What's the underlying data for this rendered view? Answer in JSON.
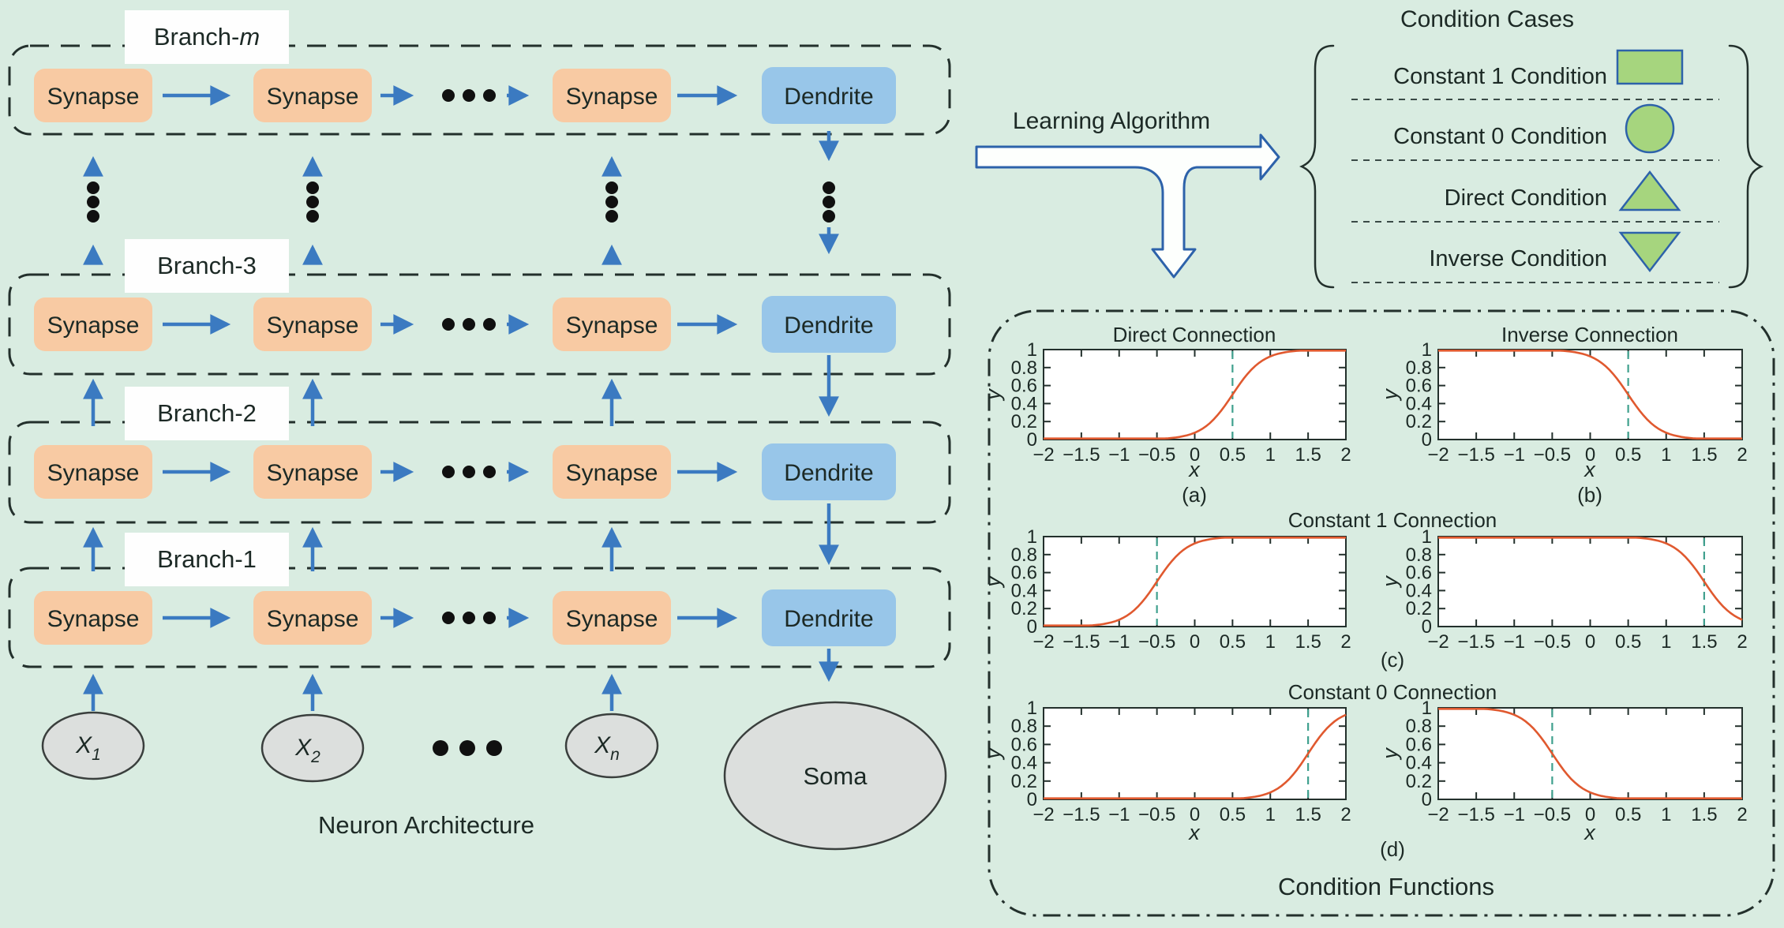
{
  "neuron": {
    "section_label": "Neuron Architecture",
    "synapse_label": "Synapse",
    "dendrite_label": "Dendrite",
    "soma_label": "Soma",
    "branches": [
      {
        "prefix": "Branch-",
        "suffix": "m"
      },
      {
        "prefix": "Branch-",
        "suffix": "3"
      },
      {
        "prefix": "Branch-",
        "suffix": "2"
      },
      {
        "prefix": "Branch-",
        "suffix": "1"
      }
    ],
    "inputs": [
      {
        "base": "X",
        "sub": "1"
      },
      {
        "base": "X",
        "sub": "2"
      },
      {
        "base": "X",
        "sub": "n"
      }
    ]
  },
  "learning_algorithm": {
    "label": "Learning Algorithm"
  },
  "condition_cases": {
    "title": "Condition Cases",
    "items": [
      {
        "label": "Constant 1 Condition",
        "shape": "rectangle"
      },
      {
        "label": "Constant 0 Condition",
        "shape": "circle"
      },
      {
        "label": "Direct Condition",
        "shape": "triangle-up"
      },
      {
        "label": "Inverse Condition",
        "shape": "triangle-down"
      }
    ]
  },
  "condition_functions": {
    "title": "Condition Functions",
    "captions": [
      "(a)",
      "(b)",
      "(c)",
      "(d)"
    ]
  },
  "chart_data": [
    {
      "subplot": "(a)",
      "type": "line",
      "title": "Direct Connection",
      "xlabel": "x",
      "ylabel": "y",
      "xlim": [
        -2,
        2
      ],
      "ylim": [
        0,
        1
      ],
      "xticks": [
        -2,
        -1.5,
        -1,
        -0.5,
        0,
        0.5,
        1,
        1.5,
        2
      ],
      "yticks": [
        0,
        0.2,
        0.4,
        0.6,
        0.8,
        1
      ],
      "curve": {
        "function": "logistic",
        "direction": "rising",
        "center": 0.5,
        "steepness": 5
      },
      "guide_line_x": 0.5
    },
    {
      "subplot": "(b)",
      "type": "line",
      "title": "Inverse Connection",
      "xlabel": "x",
      "ylabel": "y",
      "xlim": [
        -2,
        2
      ],
      "ylim": [
        0,
        1
      ],
      "xticks": [
        -2,
        -1.5,
        -1,
        -0.5,
        0,
        0.5,
        1,
        1.5,
        2
      ],
      "yticks": [
        0,
        0.2,
        0.4,
        0.6,
        0.8,
        1
      ],
      "curve": {
        "function": "logistic",
        "direction": "falling",
        "center": 0.5,
        "steepness": 5
      },
      "guide_line_x": 0.5
    },
    {
      "subplot": "(c) left",
      "type": "line",
      "title": "Constant 1 Connection",
      "xlabel": "",
      "ylabel": "y",
      "xlim": [
        -2,
        2
      ],
      "ylim": [
        0,
        1
      ],
      "xticks": [
        -2,
        -1.5,
        -1,
        -0.5,
        0,
        0.5,
        1,
        1.5,
        2
      ],
      "yticks": [
        0,
        0.2,
        0.4,
        0.6,
        0.8,
        1
      ],
      "curve": {
        "function": "logistic",
        "direction": "rising",
        "center": -0.5,
        "steepness": 5
      },
      "guide_line_x": -0.5
    },
    {
      "subplot": "(c) right",
      "type": "line",
      "xlabel": "",
      "ylabel": "y",
      "xlim": [
        -2,
        2
      ],
      "ylim": [
        0,
        1
      ],
      "xticks": [
        -2,
        -1.5,
        -1,
        -0.5,
        0,
        0.5,
        1,
        1.5,
        2
      ],
      "yticks": [
        0,
        0.2,
        0.4,
        0.6,
        0.8,
        1
      ],
      "curve": {
        "function": "logistic",
        "direction": "falling",
        "center": 1.5,
        "steepness": 5
      },
      "guide_line_x": 1.5
    },
    {
      "subplot": "(d) left",
      "type": "line",
      "title": "Constant 0 Connection",
      "xlabel": "x",
      "ylabel": "y",
      "xlim": [
        -2,
        2
      ],
      "ylim": [
        0,
        1
      ],
      "xticks": [
        -2,
        -1.5,
        -1,
        -0.5,
        0,
        0.5,
        1,
        1.5,
        2
      ],
      "yticks": [
        0,
        0.2,
        0.4,
        0.6,
        0.8,
        1
      ],
      "curve": {
        "function": "logistic",
        "direction": "rising",
        "center": 1.5,
        "steepness": 5
      },
      "guide_line_x": 1.5
    },
    {
      "subplot": "(d) right",
      "type": "line",
      "xlabel": "x",
      "ylabel": "y",
      "xlim": [
        -2,
        2
      ],
      "ylim": [
        0,
        1
      ],
      "xticks": [
        -2,
        -1.5,
        -1,
        -0.5,
        0,
        0.5,
        1,
        1.5,
        2
      ],
      "yticks": [
        0,
        0.2,
        0.4,
        0.6,
        0.8,
        1
      ],
      "curve": {
        "function": "logistic",
        "direction": "falling",
        "center": -0.5,
        "steepness": 5
      },
      "guide_line_x": -0.5
    }
  ],
  "colors": {
    "background": "#d9ece1",
    "synapse_fill": "#f8caa3",
    "dendrite_fill": "#98c6e9",
    "arrow_blue": "#3b7ac1",
    "dash_box": "#23302c",
    "text": "#1c2925",
    "case_shape_green": "#a6d57e",
    "case_shape_border": "#2d62aa",
    "curve_orange": "#e0592f",
    "guide_teal": "#3fa08e",
    "node_gray": "#dcdfdd",
    "block_arrow_fill": "#fdfffd"
  }
}
